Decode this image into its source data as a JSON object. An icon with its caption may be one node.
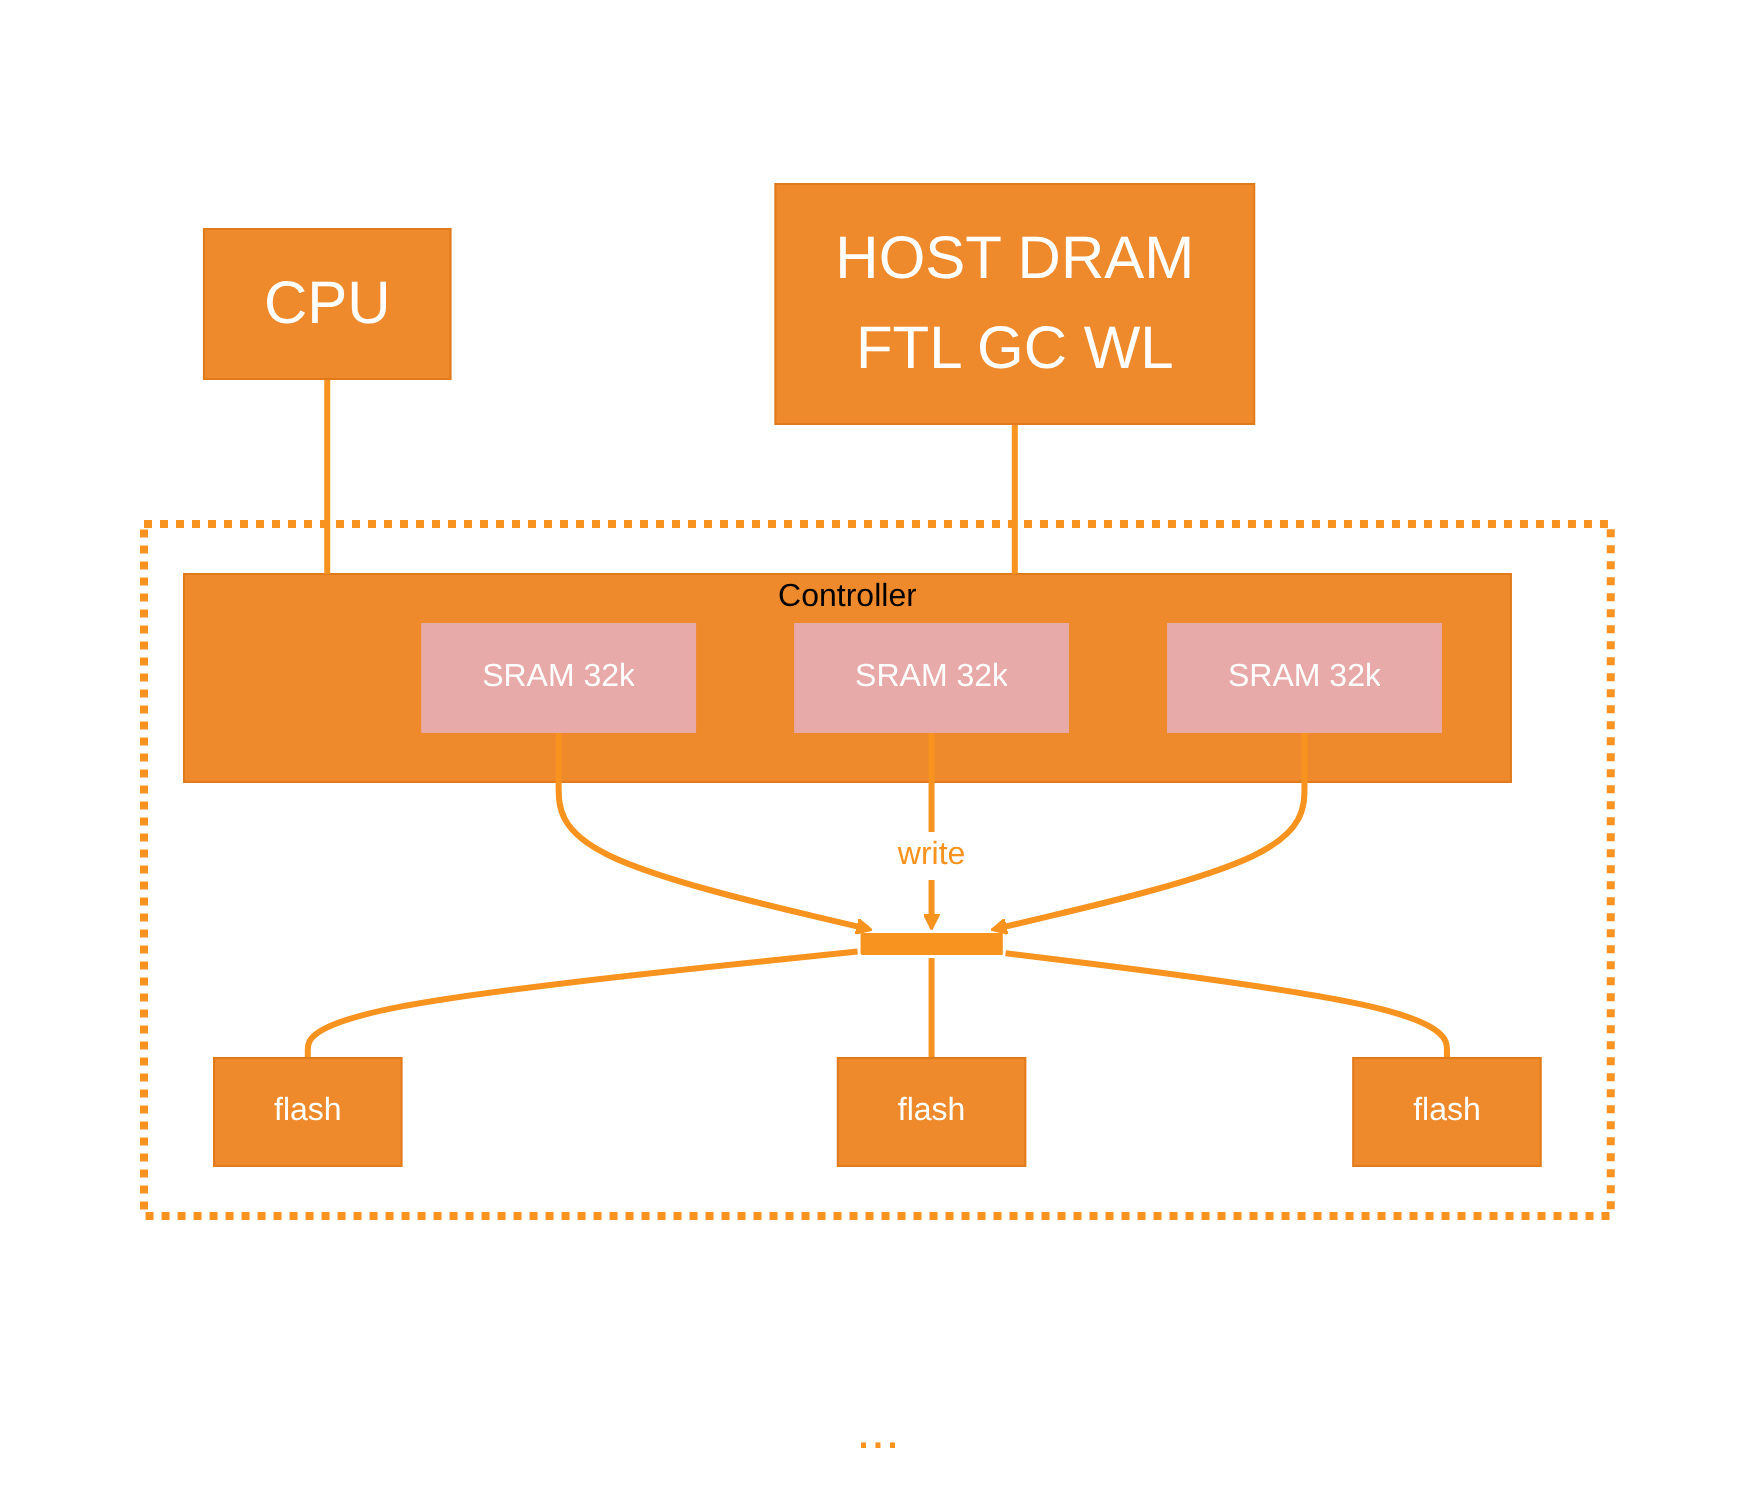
{
  "diagram": {
    "nodes": [
      {
        "text": [
          "CPU"
        ]
      },
      {
        "text": [
          "HOST DRAM",
          "FTL GC WL"
        ]
      },
      {
        "text": [],
        "shape": "box"
      },
      {
        "text": [
          "Controller"
        ],
        "in": 2
      },
      {
        "text": [
          "SRAM 32k"
        ],
        "in": 3
      },
      {
        "text": [
          "SRAM 32k"
        ],
        "in": 3
      },
      {
        "text": [
          "SRAM 32k"
        ],
        "in": 3
      },
      {
        "text": [],
        "shape": "bar",
        "in": 2
      },
      {
        "text": [
          "flash"
        ],
        "in": 2
      },
      {
        "text": [
          "flash"
        ],
        "in": 2
      },
      {
        "text": [
          "flash"
        ],
        "in": 2
      }
    ],
    "edges": [
      {
        "from": 0,
        "to": 3,
        "arrow": "none"
      },
      {
        "from": 1,
        "to": 3,
        "arrow": "none"
      },
      {
        "from": 4,
        "to": 7,
        "arrow": "to"
      },
      {
        "from": 5,
        "to": 7,
        "arrow": "to",
        "label": "write"
      },
      {
        "from": 6,
        "to": 7,
        "arrow": "to"
      },
      {
        "from": 7,
        "to": 8,
        "arrow": "none"
      },
      {
        "from": 7,
        "to": 9,
        "arrow": "none"
      },
      {
        "from": 7,
        "to": 10,
        "arrow": "none"
      }
    ],
    "labels": [
      "..."
    ]
  }
}
